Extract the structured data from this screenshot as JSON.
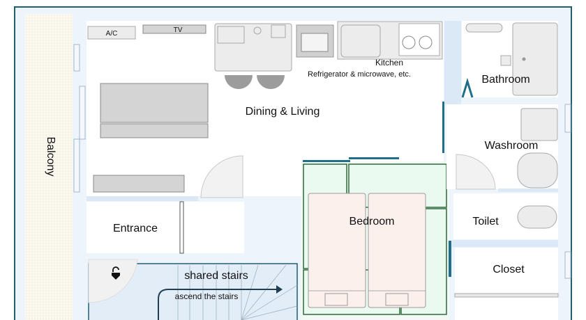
{
  "rooms": {
    "balcony": "Balcony",
    "dining_living": "Dining & Living",
    "kitchen": "Kitchen",
    "kitchen_note": "Refrigerator & microwave, etc.",
    "bathroom": "Bathroom",
    "washroom": "Washroom",
    "entrance": "Entrance",
    "bedroom": "Bedroom",
    "toilet": "Toilet",
    "closet": "Closet",
    "shared_stairs": "shared stairs",
    "ascend": "ascend the stairs"
  },
  "fixtures": {
    "ac": "A/C",
    "tv": "TV"
  },
  "colors": {
    "frame": "#1f5f6f",
    "wall": "#dbe8f5",
    "tatami": "#eafaf0",
    "accent": "#1f6f8b"
  }
}
